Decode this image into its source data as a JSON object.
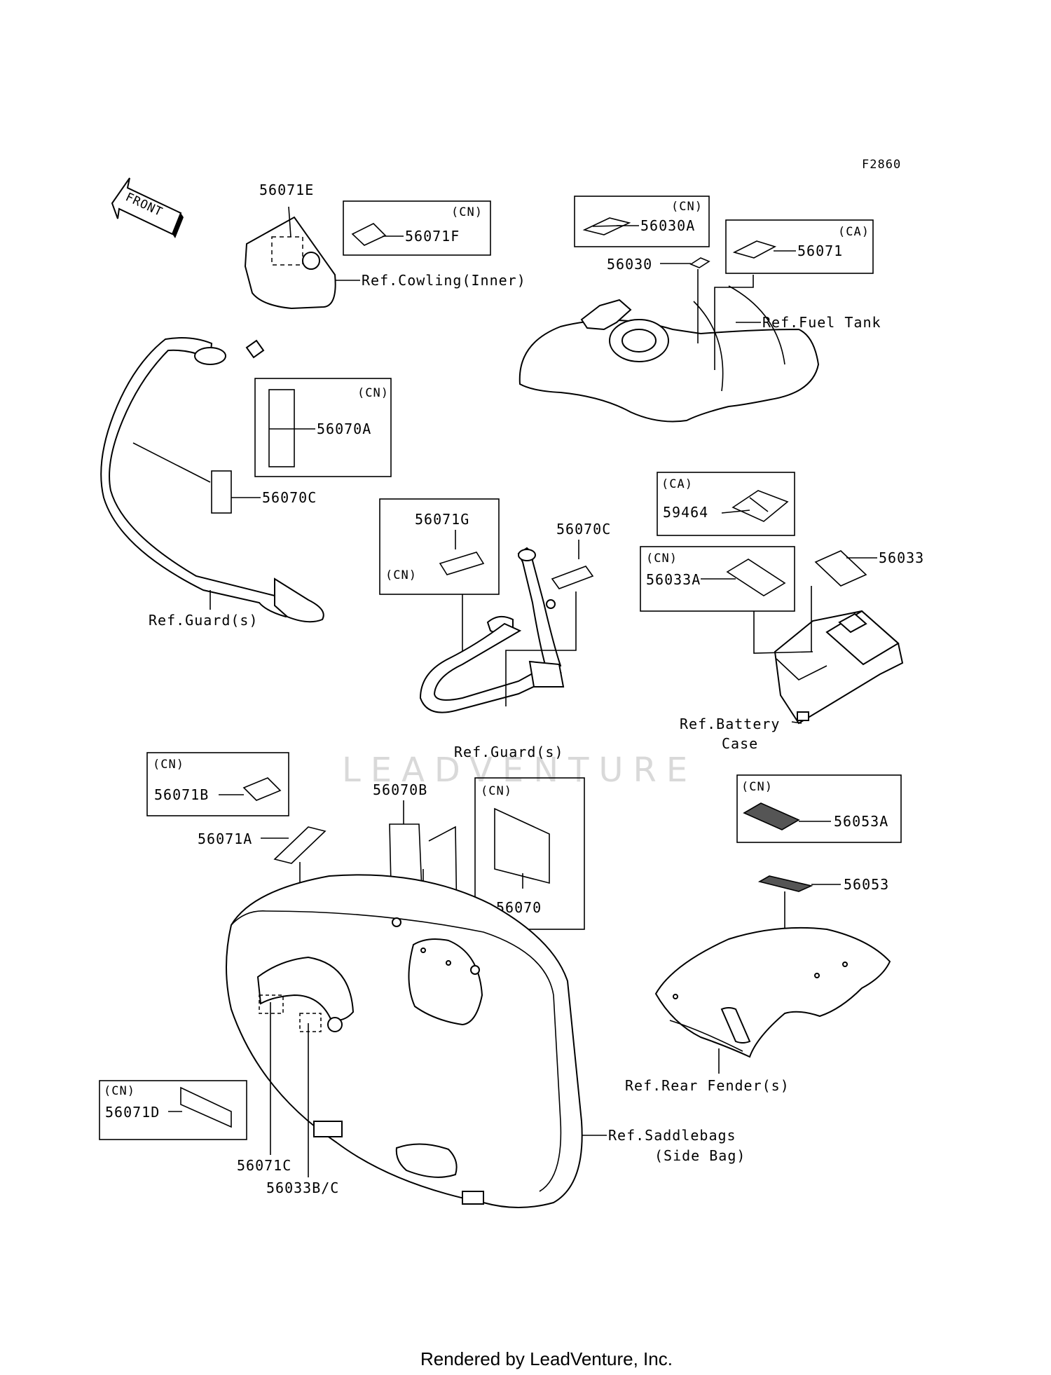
{
  "figure_id": "F2860",
  "front_label": "FRONT",
  "watermark": "LEADVENTURE",
  "footer": "Rendered by LeadVenture, Inc.",
  "qualifiers": {
    "cn": "(CN)",
    "ca": "(CA)"
  },
  "parts": {
    "p56071E": "56071E",
    "p56071F": "56071F",
    "p56030A": "56030A",
    "p56030": "56030",
    "p56071": "56071",
    "p56070A": "56070A",
    "p56070C_left": "56070C",
    "p56071G": "56071G",
    "p56070C_mid": "56070C",
    "p59464": "59464",
    "p56033A": "56033A",
    "p56033": "56033",
    "p56071B": "56071B",
    "p56071A": "56071A",
    "p56070B": "56070B",
    "p56070": "56070",
    "p56053A": "56053A",
    "p56053": "56053",
    "p56071D": "56071D",
    "p56071C": "56071C",
    "p56033BC": "56033B/C"
  },
  "refs": {
    "cowling": "Ref.Cowling(Inner)",
    "fuel_tank": "Ref.Fuel Tank",
    "guard_left": "Ref.Guard(s)",
    "guard_mid": "Ref.Guard(s)",
    "battery_1": "Ref.Battery",
    "battery_2": "Case",
    "rear_fender": "Ref.Rear Fender(s)",
    "saddlebags_1": "Ref.Saddlebags",
    "saddlebags_2": "(Side Bag)"
  }
}
